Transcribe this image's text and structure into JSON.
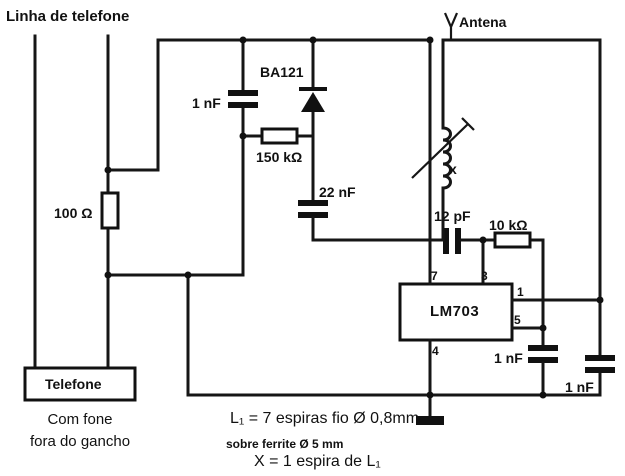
{
  "labels": {
    "phone_line": "Linha de telefone",
    "antenna": "Antena",
    "diode": "BA121",
    "cap_1nf_left": "1 nF",
    "resistor_150k": "150 kΩ",
    "resistor_100": "100 Ω",
    "cap_22nf": "22 nF",
    "cap_12pf": "12 pF",
    "resistor_10k": "10 kΩ",
    "coil_x": "x",
    "ic": "LM703",
    "pin_7": "7",
    "pin_3": "3",
    "pin_1": "1",
    "pin_5": "5",
    "pin_4": "4",
    "cap_1nf_mid": "1 nF",
    "cap_1nf_right": "1 nF",
    "telephone": "Telefone",
    "caption_line1": "Com fone",
    "caption_line2": "fora do gancho"
  },
  "notes": {
    "line1": "L₁ = 7 espiras fio Ø 0,8mm",
    "line2": "sobre ferrite Ø 5 mm",
    "line3": "X = 1 espira de L₁"
  }
}
